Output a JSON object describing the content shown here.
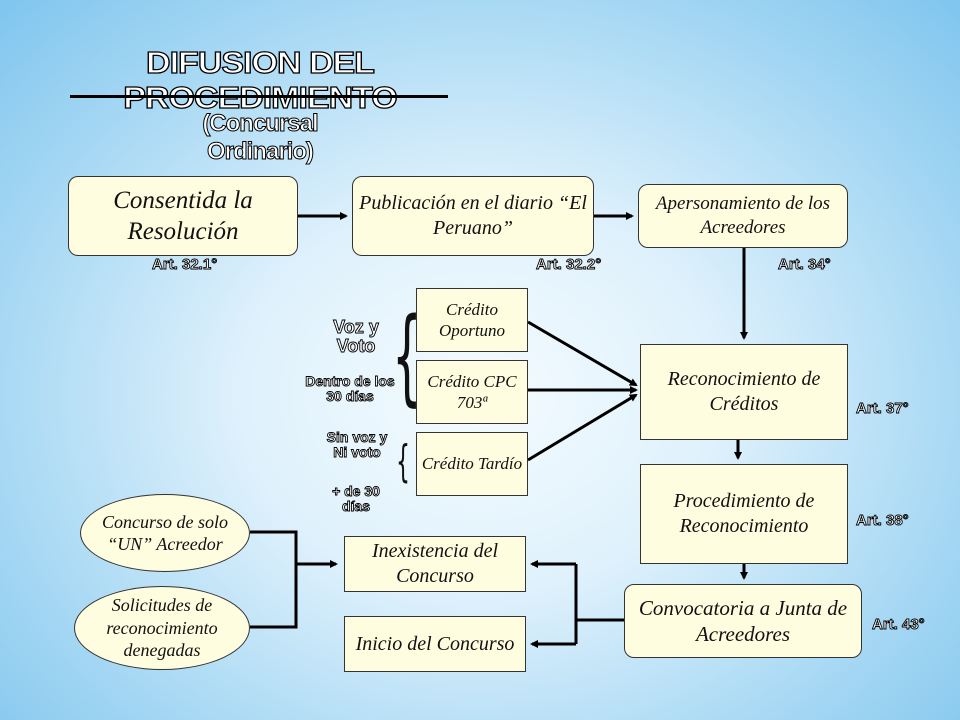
{
  "title": "DIFUSION DEL PROCEDIMIENTO",
  "subtitle": "(Concursal Ordinario)",
  "boxes": {
    "consentida": "Consentida la Resolución",
    "publicacion": "Publicación en el diario “El Peruano”",
    "apersonamiento": "Apersonamiento de los Acreedores",
    "credito_oportuno": "Crédito Oportuno",
    "credito_cpc": "Crédito CPC 703ª",
    "credito_tardio": "Crédito Tardío",
    "reconocimiento": "Reconocimiento de Créditos",
    "procedimiento": "Procedimiento de Reconocimiento",
    "convocatoria": "Convocatoria a Junta de Acreedores",
    "inexistencia": "Inexistencia del Concurso",
    "inicio": "Inicio del Concurso",
    "concurso_un": "Concurso de solo “UN” Acreedor",
    "solicitudes": "Solicitudes de reconocimiento denegadas"
  },
  "articles": {
    "a321": "Art. 32.1°",
    "a322": "Art. 32.2°",
    "a34": "Art. 34°",
    "a37": "Art. 37°",
    "a38": "Art. 38°",
    "a43": "Art. 43°"
  },
  "notes": {
    "voz_voto": "Voz y Voto",
    "dentro": "Dentro de los 30 días",
    "sin_voz": "Sin voz y Ni voto",
    "mas30": "+ de 30 días"
  }
}
